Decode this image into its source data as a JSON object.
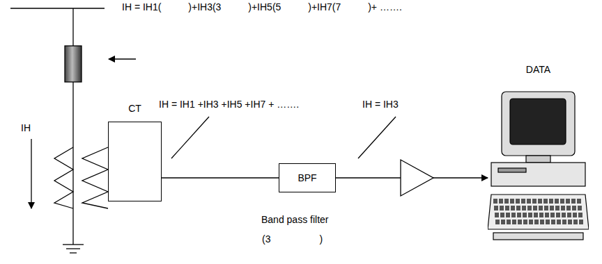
{
  "diagram": {
    "nodes": [
      {
        "text": [
          "CT"
        ]
      },
      {
        "text": [
          "BPF"
        ]
      },
      {
        "text": [
          "DATA"
        ]
      }
    ],
    "edges": [
      {
        "from": 0,
        "to": 1,
        "arrow": "none"
      },
      {
        "from": 1,
        "to": 2,
        "arrow": "to"
      }
    ],
    "labels": [
      "IH = IH1(          )+IH3(3          )+IH5(5          )+IH7(7          )+ …….",
      "IH",
      "IH = IH1 +IH3 +IH5 +IH7 + …….",
      "IH = IH3",
      "Band pass filter",
      "(3                  )"
    ]
  }
}
